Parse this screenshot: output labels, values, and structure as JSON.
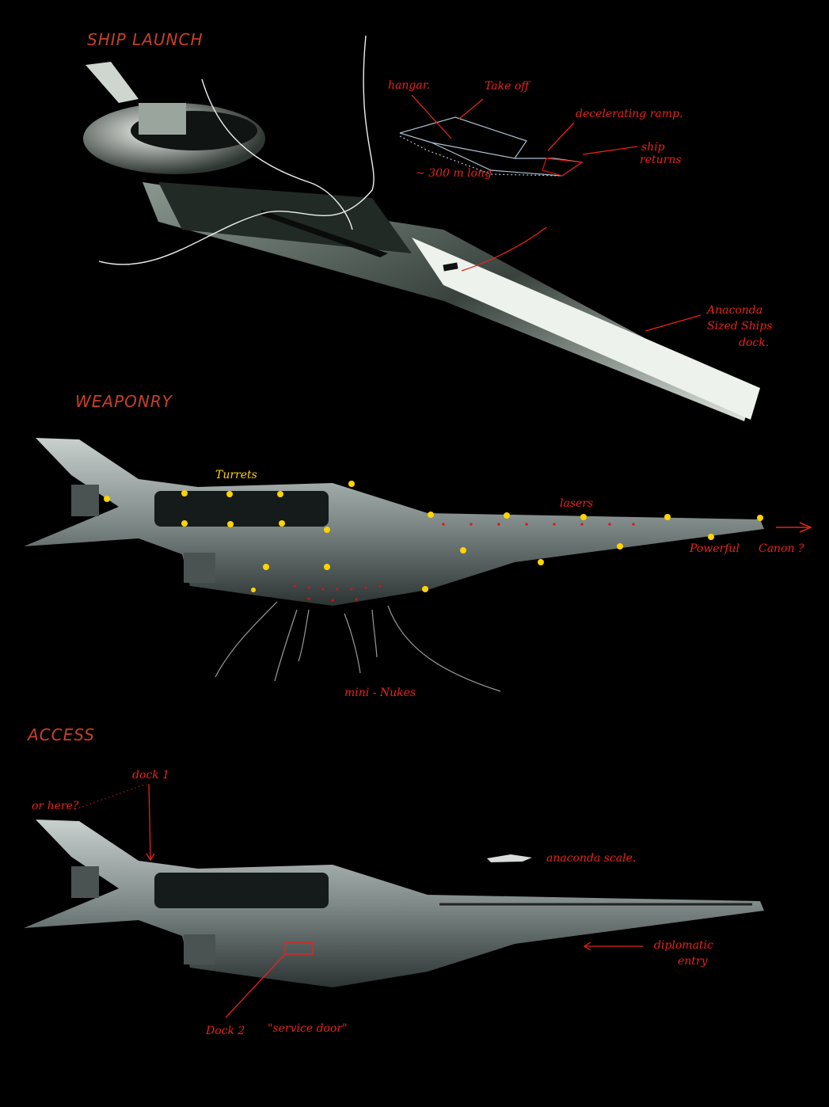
{
  "sections": {
    "launch": {
      "title": "SHIP LAUNCH",
      "notes": {
        "hangar": "hangar.",
        "takeoff": "Take off",
        "ramp": "decelerating ramp.",
        "returns_1": "ship",
        "returns_2": "returns",
        "length": "~ 300 m long",
        "dock_1": "Anaconda",
        "dock_2": "Sized Ships",
        "dock_3": "dock."
      }
    },
    "weaponry": {
      "title": "WEAPONRY",
      "notes": {
        "turrets": "Turrets",
        "lasers": "lasers",
        "powerful": "Powerful",
        "canon": "Canon ?",
        "nukes": "mini - Nukes"
      }
    },
    "access": {
      "title": "ACCESS",
      "notes": {
        "dock1": "dock 1",
        "or_here": "or here?",
        "scale": "anaconda scale.",
        "diplomatic_1": "diplomatic",
        "diplomatic_2": "entry",
        "dock2": "Dock 2",
        "service": "\"service door\""
      }
    }
  },
  "colors": {
    "annotation": "#e8231c",
    "heading": "#c8402a",
    "turret": "#ffd400",
    "background": "#000000"
  }
}
